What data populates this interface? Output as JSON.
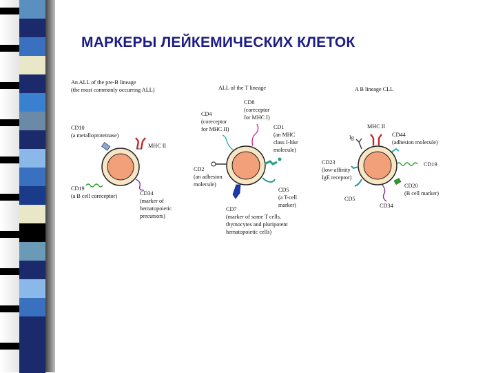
{
  "slide": {
    "title": "МАРКЕРЫ ЛЕЙКЕМИЧЕСКИХ КЛЕТОК"
  },
  "decoration": {
    "strip_colors": [
      "#5a8fc0",
      "#1a2a6a",
      "#3a70c0",
      "#e8e8c8",
      "#1a2a6a",
      "#3a80d0",
      "#6a8aa8",
      "#1a2a6a",
      "#8ab8e8",
      "#3a70c0",
      "#1a3a8a",
      "#e8e8c8",
      "#000000",
      "#6a9ab8",
      "#1a2a6a",
      "#8ab8e8",
      "#3a70c0",
      "#1a2a6a",
      "#1a2a6a",
      "#1a2a6a"
    ]
  },
  "panels": {
    "pre_b": {
      "heading_1": "An ALL of the pre-B lineage",
      "heading_2": "(the most commonly occurring ALL)",
      "cd10_name": "CD10",
      "cd10_desc": "(a metalloproteinase)",
      "mhc_name": "MHC II",
      "cd19_name": "CD19",
      "cd19_desc": "(a B cell coreceptor)",
      "cd34_name": "CD34",
      "cd34_desc_1": "(marker of",
      "cd34_desc_2": "hematopoietic",
      "cd34_desc_3": "precursors)"
    },
    "t": {
      "heading": "ALL of the T lineage",
      "cd8_name": "CD8",
      "cd8_desc_1": "(coreceptor",
      "cd8_desc_2": "for MHC I)",
      "cd4_name": "CD4",
      "cd4_desc_1": "(coreceptor",
      "cd4_desc_2": "for MHC II)",
      "cd1_name": "CD1",
      "cd1_desc_1": "(an MHC",
      "cd1_desc_2": "class I-like",
      "cd1_desc_3": "molecule)",
      "cd2_name": "CD2",
      "cd2_desc_1": "(an adhesion",
      "cd2_desc_2": "molecule)",
      "cd5_name": "CD5",
      "cd5_desc_1": "(a T-cell",
      "cd5_desc_2": "marker)",
      "cd7_name": "CD7",
      "cd7_desc_1": "(marker of some T cells,",
      "cd7_desc_2": "thymocytes and pluripotent",
      "cd7_desc_3": "hematopoietic cells)"
    },
    "b_cll": {
      "heading": "A B lineage CLL",
      "mhc_name": "MHC II",
      "ig_name": "Ig",
      "cd44_name": "CD44",
      "cd44_desc": "(adhesion molecule)",
      "cd23_name": "CD23",
      "cd23_desc_1": "(low-affinity",
      "cd23_desc_2": "IgE receptor)",
      "cd19_name": "CD19",
      "cd20_name": "CD20",
      "cd20_desc": "(B cell marker)",
      "cd5_name": "CD5",
      "cd34_name": "CD34"
    }
  },
  "colors": {
    "title": "#1c1c84",
    "cytoplasm": "#f6e6c6",
    "nucleus": "#f2a07a",
    "green_wave": "#2aa02a",
    "purple": "#8a2aa0",
    "red": "#c0282a",
    "teal": "#2a9a8a",
    "blue": "#1a3ab0"
  }
}
